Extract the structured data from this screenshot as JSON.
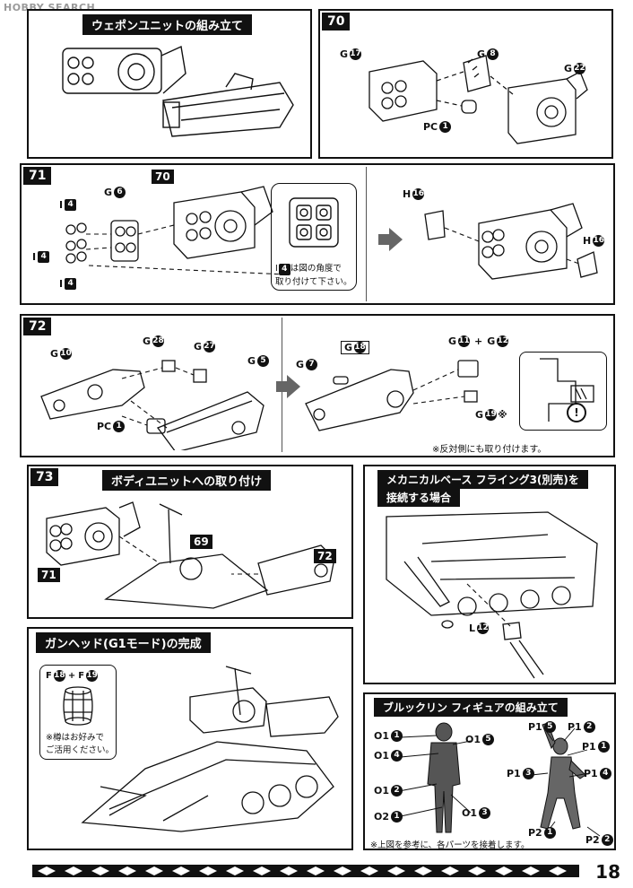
{
  "watermark": "HOBBY SEARCH",
  "page_number": "18",
  "weapon_unit": {
    "title": "ウェポンユニットの組み立て"
  },
  "step70": {
    "number": "70",
    "callouts": {
      "g17": {
        "letter": "G",
        "num": "17"
      },
      "g8": {
        "letter": "G",
        "num": "8"
      },
      "g22": {
        "letter": "G",
        "num": "22"
      },
      "pc1": {
        "letter": "PC",
        "num": "1"
      }
    }
  },
  "step71": {
    "number": "71",
    "ref_tag": "70",
    "callouts": {
      "g6": {
        "letter": "G",
        "num": "6"
      },
      "i4a": {
        "letter": "I",
        "num": "4"
      },
      "i4b": {
        "letter": "I",
        "num": "4"
      },
      "i4c": {
        "letter": "I",
        "num": "4"
      },
      "h16a": {
        "letter": "H",
        "num": "16"
      },
      "h16b": {
        "letter": "H",
        "num": "16"
      }
    },
    "note_letter": "I",
    "note_num": "4",
    "note_line1": "は図の角度で",
    "note_line2": "取り付けて下さい。"
  },
  "step72": {
    "number": "72",
    "callouts": {
      "g10": {
        "letter": "G",
        "num": "10"
      },
      "g28": {
        "letter": "G",
        "num": "28"
      },
      "g27": {
        "letter": "G",
        "num": "27"
      },
      "g5": {
        "letter": "G",
        "num": "5"
      },
      "pc1": {
        "letter": "PC",
        "num": "1"
      },
      "g7": {
        "letter": "G",
        "num": "7"
      },
      "g18": {
        "letter": "G",
        "num": "18"
      },
      "g11": {
        "letter": "G",
        "num": "11"
      },
      "g12": {
        "letter": "G",
        "num": "12"
      },
      "g19": {
        "letter": "G",
        "num": "19"
      }
    },
    "plus": "+",
    "asterisk": "※",
    "note": "※反対側にも取り付けます。",
    "warning": "!"
  },
  "step73": {
    "number": "73",
    "title": "ボディユニットへの取り付け",
    "tag71": "71",
    "tag69": "69",
    "tag72": "72"
  },
  "flying_base": {
    "title_line1": "メカニカルベース フライング3(別売)を",
    "title_line2": "接続する場合",
    "callout": {
      "letter": "L",
      "num": "12"
    }
  },
  "completion": {
    "title": "ガンヘッド(G1モード)の完成",
    "barrel_label": {
      "f1": "F",
      "n1": "18",
      "plus": "+",
      "f2": "F",
      "n2": "19"
    },
    "barrel_note_line1": "※樽はお好みで",
    "barrel_note_line2": "ご活用ください。"
  },
  "figure": {
    "title": "ブルックリン フィギュアの組み立て",
    "o_parts": [
      {
        "label": "O1",
        "num": "1"
      },
      {
        "label": "O1",
        "num": "4"
      },
      {
        "label": "O1",
        "num": "5"
      },
      {
        "label": "O1",
        "num": "2"
      },
      {
        "label": "O2",
        "num": "1"
      },
      {
        "label": "O1",
        "num": "3"
      }
    ],
    "p_parts": [
      {
        "label": "P1",
        "num": "5"
      },
      {
        "label": "P1",
        "num": "2"
      },
      {
        "label": "P1",
        "num": "1"
      },
      {
        "label": "P1",
        "num": "3"
      },
      {
        "label": "P1",
        "num": "4"
      },
      {
        "label": "P2",
        "num": "1"
      },
      {
        "label": "P2",
        "num": "2"
      }
    ],
    "note": "※上図を参考に、各パーツを接着します。"
  },
  "colors": {
    "ink": "#111111",
    "arrow": "#666666",
    "paper": "#ffffff"
  }
}
